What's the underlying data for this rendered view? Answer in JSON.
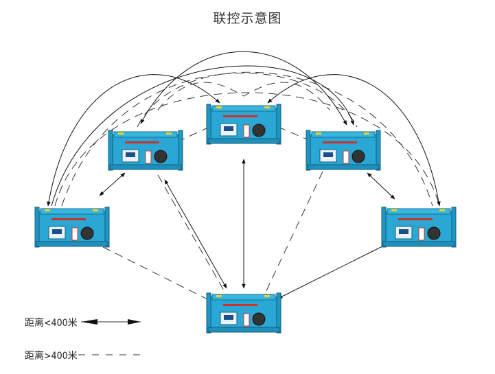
{
  "title": "联控示意图",
  "legend": [
    {
      "label": "距离<400米",
      "line_style": "solid-arrow"
    },
    {
      "label": "距离>400米",
      "line_style": "dashed"
    }
  ],
  "nodes": [
    {
      "id": "top"
    },
    {
      "id": "upper-left"
    },
    {
      "id": "upper-right"
    },
    {
      "id": "left"
    },
    {
      "id": "right"
    },
    {
      "id": "bottom"
    }
  ],
  "colors": {
    "machine": "#2aa7d4",
    "machine_dark": "#14708f",
    "line": "#222222"
  }
}
